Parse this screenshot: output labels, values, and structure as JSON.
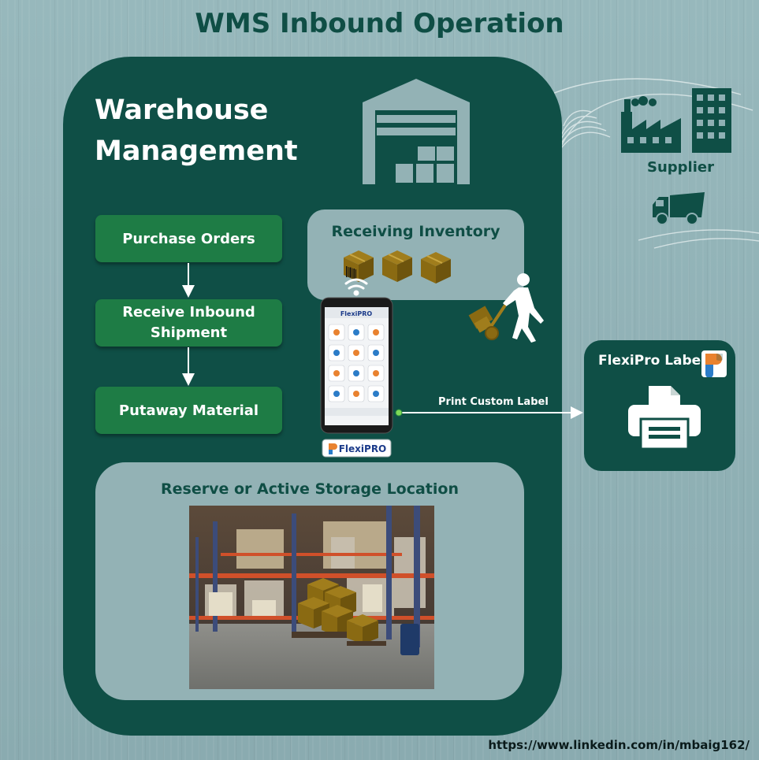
{
  "title": "WMS Inbound Operation",
  "warehouse": {
    "title_line1": "Warehouse",
    "title_line2": "Management",
    "steps": [
      "Purchase Orders",
      "Receive Inbound",
      "Shipment",
      "Putaway Material"
    ],
    "receiving_label": "Receiving Inventory",
    "storage_label": "Reserve or Active Storage Location"
  },
  "device": {
    "brand": "FlexiPRO"
  },
  "print_label": "Print Custom Label",
  "label_panel": {
    "title": "FlexiPro Label"
  },
  "supplier": {
    "label": "Supplier"
  },
  "footer": {
    "link": "https://www.linkedin.com/in/mbaig162/"
  },
  "colors": {
    "background": "#8fb0b4",
    "panel": "#0f4f46",
    "step_green": "#1e7c45",
    "light_box": "#93b2b5",
    "box_gold": "#8a6a12",
    "title_text": "#0f4e45"
  },
  "icons": [
    "warehouse-icon",
    "box-icon",
    "barcode-icon",
    "wifi-icon",
    "phone-icon",
    "worker-icon",
    "printer-icon",
    "factory-icon",
    "building-icon",
    "truck-icon",
    "flexipro-logo-icon"
  ]
}
